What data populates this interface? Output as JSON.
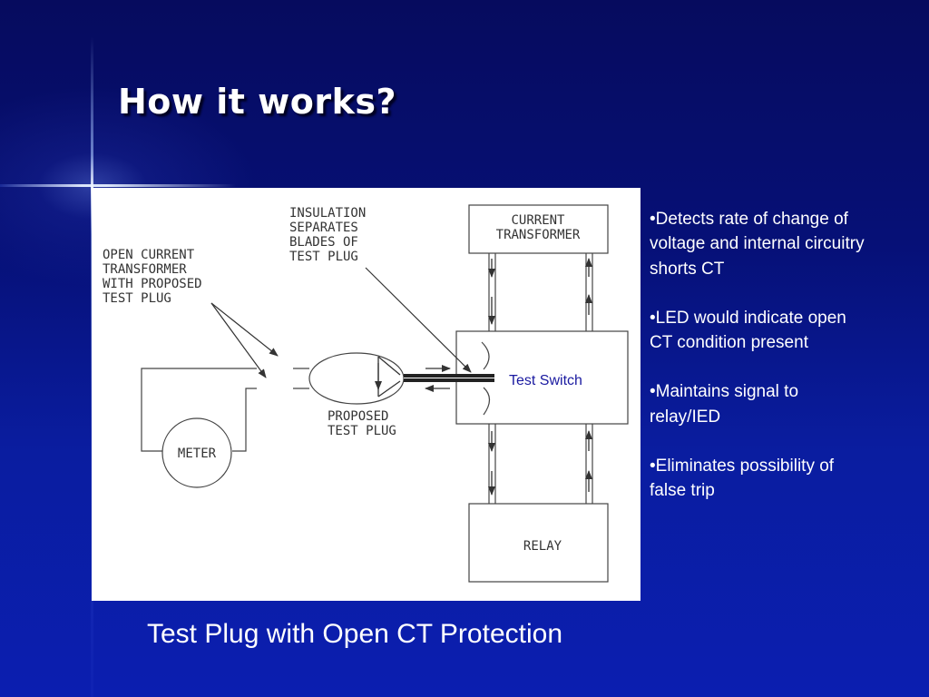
{
  "slide": {
    "title": "How it works?",
    "caption": "Test Plug with Open CT Protection"
  },
  "diagram": {
    "label_insulation": [
      "INSULATION",
      "SEPARATES",
      "BLADES OF",
      "TEST PLUG"
    ],
    "label_open_ct": [
      "OPEN CURRENT",
      "TRANSFORMER",
      "WITH PROPOSED",
      "TEST PLUG"
    ],
    "label_current_transformer": [
      "CURRENT",
      "TRANSFORMER"
    ],
    "label_proposed_test_plug": [
      "PROPOSED",
      "TEST PLUG"
    ],
    "label_meter": "METER",
    "label_relay": "RELAY",
    "label_test_switch": "Test Switch"
  },
  "bullets": [
    "•Detects rate of change of voltage and internal circuitry shorts CT",
    "•LED would indicate open CT condition present",
    "•Maintains signal to relay/IED",
    "•Eliminates possibility of false trip"
  ],
  "colors": {
    "background": "#020866",
    "text": "#ffffff",
    "test_switch_label": "#1a1aa0"
  }
}
